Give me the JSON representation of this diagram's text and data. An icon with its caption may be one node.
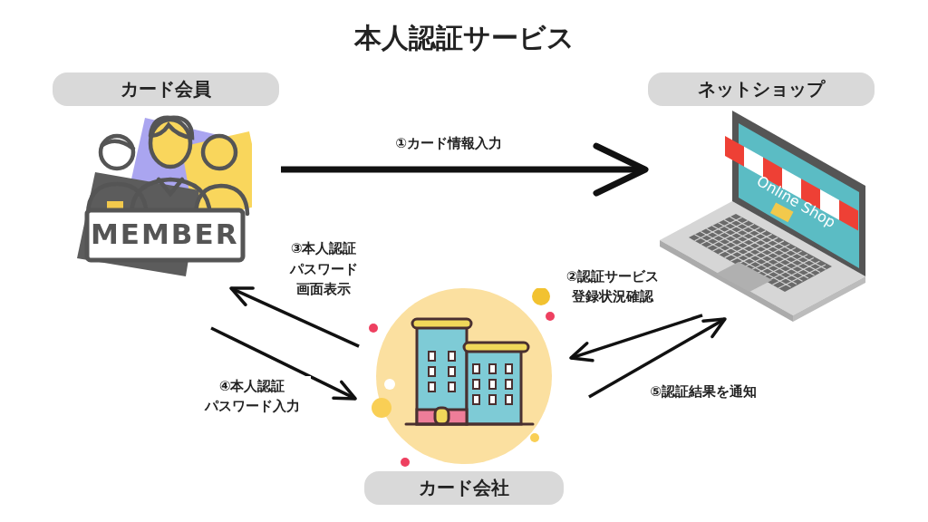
{
  "diagram": {
    "title": "本人認証サービス",
    "nodes": [
      {
        "text": [
          "カード会員"
        ]
      },
      {
        "text": [
          "ネットショップ"
        ]
      },
      {
        "text": [
          "カード会社"
        ]
      }
    ],
    "edges": [
      {
        "from": 0,
        "to": 1,
        "arrow": "to",
        "label": "①カード情報入力",
        "style": "thick"
      },
      {
        "from": 1,
        "to": 2,
        "arrow": "to",
        "label": "②認証サービス登録状況確認"
      },
      {
        "from": 2,
        "to": 0,
        "arrow": "to",
        "label": "③本人認証パスワード画面表示"
      },
      {
        "from": 0,
        "to": 2,
        "arrow": "to",
        "label": "④本人認証パスワード入力"
      },
      {
        "from": 2,
        "to": 1,
        "arrow": "to",
        "label": "⑤認証結果を通知"
      }
    ],
    "labels": [
      "MEMBER",
      "Online Shop"
    ]
  }
}
